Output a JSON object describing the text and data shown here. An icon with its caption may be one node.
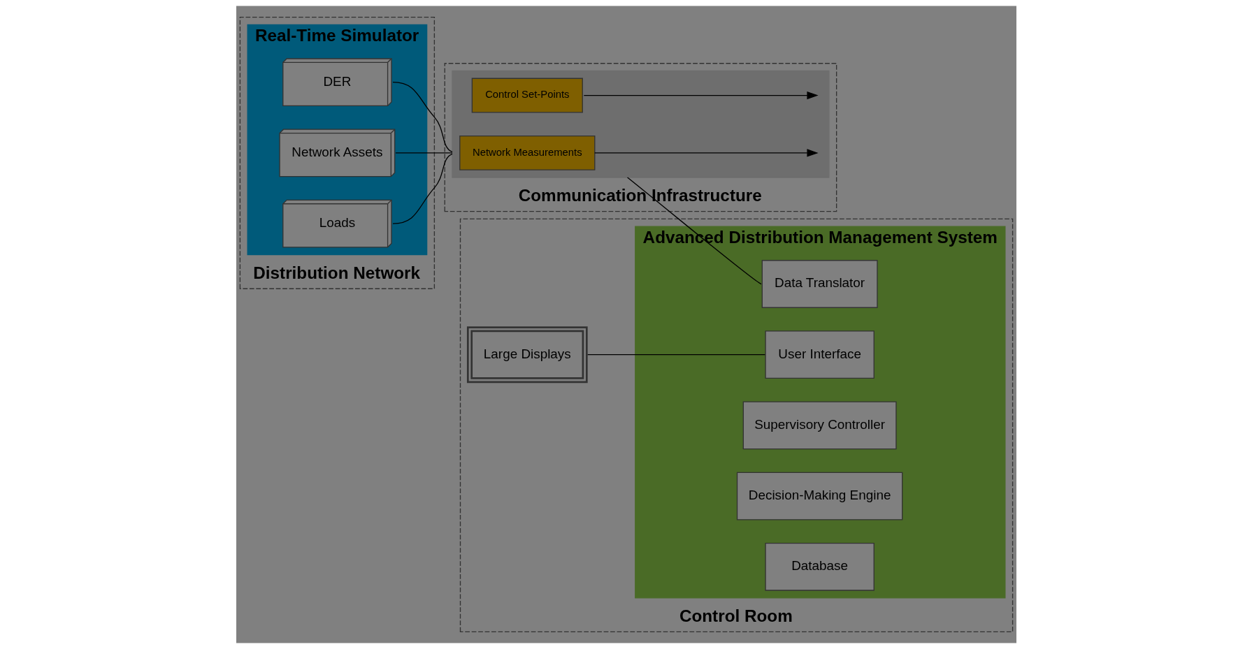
{
  "diagram": {
    "nodes": [
      {
        "text": [
          "Distribution Network"
        ]
      },
      {
        "text": [
          "Real-Time Simulator"
        ],
        "in": 0
      },
      {
        "text": [
          "DER"
        ],
        "in": 1
      },
      {
        "text": [
          "Network Assets"
        ],
        "in": 1
      },
      {
        "text": [
          "Loads"
        ],
        "in": 1
      },
      {
        "text": [
          "Communication Infrastructure"
        ]
      },
      {
        "text": [],
        "shape": "box",
        "in": 5
      },
      {
        "text": [
          "Network Measurements"
        ],
        "in": 6
      },
      {
        "text": [
          "Control Set-Points"
        ],
        "in": 6
      },
      {
        "text": [
          "Control Room"
        ]
      },
      {
        "text": [
          "Large Displays"
        ],
        "in": 9
      },
      {
        "text": [
          "Advanced Distribution Management System"
        ],
        "in": 9
      },
      {
        "text": [
          "User Interface"
        ],
        "in": 11
      },
      {
        "text": [
          "Data Translator"
        ],
        "in": 11
      },
      {
        "text": [
          "Supervisory Controller"
        ],
        "in": 11
      },
      {
        "text": [
          "Decision-Making Engine"
        ],
        "in": 11
      },
      {
        "text": [
          "Database"
        ],
        "in": 11
      }
    ],
    "edges": [
      {
        "from": 2,
        "to": 6,
        "arrow": "none"
      },
      {
        "from": 3,
        "to": 6,
        "arrow": "none"
      },
      {
        "from": 4,
        "to": 6,
        "arrow": "none"
      },
      {
        "from": 7,
        "to": null,
        "arrow": "to"
      },
      {
        "from": 8,
        "to": null,
        "arrow": "to"
      },
      {
        "from": 6,
        "to": 13,
        "arrow": "none"
      },
      {
        "from": 10,
        "to": 12,
        "arrow": "none"
      }
    ]
  }
}
